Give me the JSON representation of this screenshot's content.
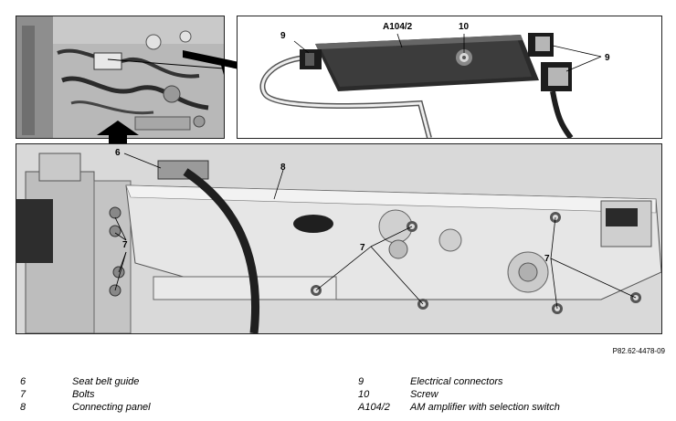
{
  "callouts": {
    "top_right": {
      "c9_left": "9",
      "a104": "A104/2",
      "c10": "10",
      "c9_right": "9"
    },
    "bottom": {
      "c6": "6",
      "c8": "8",
      "c7_left": "7",
      "c7_mid": "7",
      "c7_right": "7"
    }
  },
  "figure_code": "P82.62-4478-09",
  "legend": {
    "left": [
      {
        "num": "6",
        "text": "Seat belt guide"
      },
      {
        "num": "7",
        "text": "Bolts"
      },
      {
        "num": "8",
        "text": "Connecting panel"
      }
    ],
    "right": [
      {
        "num": "9",
        "text": "Electrical connectors"
      },
      {
        "num": "10",
        "text": "Screw"
      },
      {
        "num": "A104/2",
        "text": "AM amplifier with selection switch"
      }
    ]
  }
}
